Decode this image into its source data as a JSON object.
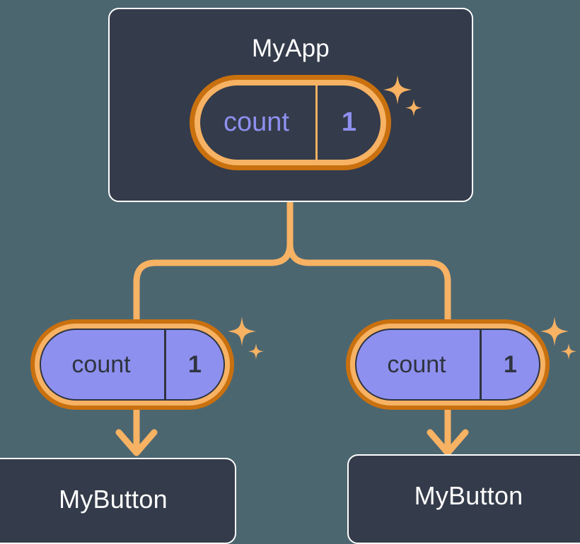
{
  "theme": {
    "background": "#4c6670",
    "card_bg": "#343b4a",
    "card_border": "#ffffff",
    "ring_outer": "#c9700f",
    "ring_inner": "#f7b263",
    "signal_fill": "#8e90f0",
    "accent_purple": "#8e90f0",
    "connector": "#f7b263",
    "text_dark": "#2f3440"
  },
  "diagram": {
    "type": "component-tree",
    "root": {
      "title": "MyApp",
      "signal": {
        "name": "count",
        "value": "1"
      }
    },
    "children": [
      {
        "title": "MyButton",
        "signal": {
          "name": "count",
          "value": "1"
        }
      },
      {
        "title": "MyButton",
        "signal": {
          "name": "count",
          "value": "1"
        }
      }
    ]
  },
  "icons": {
    "sparkle_large": "four-point-star",
    "sparkle_small": "four-point-star"
  }
}
